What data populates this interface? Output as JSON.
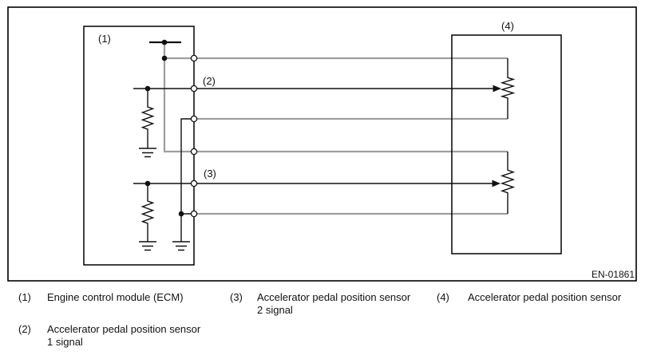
{
  "diagram": {
    "code": "EN-01861",
    "callouts": {
      "ecm": "(1)",
      "signal1": "(2)",
      "signal2": "(3)",
      "sensor": "(4)"
    },
    "colors": {
      "wire_gray": "#9e9e9e",
      "wire_black": "#111111",
      "outline": "#000000",
      "background": "#ffffff"
    }
  },
  "legend": [
    {
      "number": "(1)",
      "text": "Engine control module (ECM)"
    },
    {
      "number": "(2)",
      "text": "Accelerator pedal position sensor\n1 signal"
    },
    {
      "number": "(3)",
      "text": "Accelerator pedal position sensor\n2 signal"
    },
    {
      "number": "(4)",
      "text": "Accelerator pedal position sensor"
    }
  ]
}
